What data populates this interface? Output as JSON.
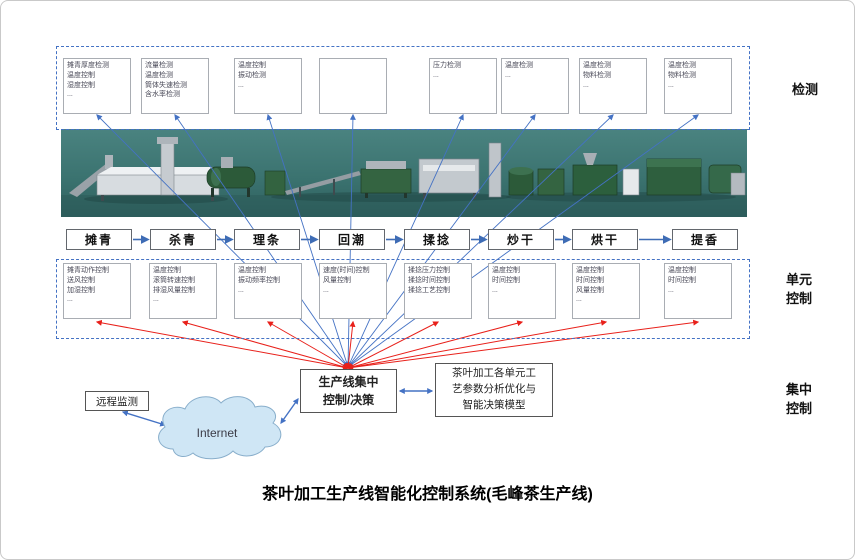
{
  "title": "茶叶加工生产线智能化控制系统(毛峰茶生产线)",
  "side_labels": {
    "detection": "检测",
    "unit_control": "单元\n控制",
    "central_control": "集中\n控制"
  },
  "detection_boxes": [
    "摊青厚度检测\n温度控制\n湿度控制\n...",
    "流量检测\n温度检测\n筒体失速检测\n含水率检测",
    "温度控制\n振动检测\n...",
    "",
    "压力检测\n...",
    "温度检测\n...",
    "温度检测\n物料检测\n...",
    "温度检测\n物料检测\n..."
  ],
  "process_steps": [
    "摊青",
    "杀青",
    "理条",
    "回潮",
    "揉捻",
    "炒干",
    "烘干",
    "提香"
  ],
  "unit_boxes": [
    "摊青动作控制\n送风控制\n加湿控制\n...",
    "温度控制\n滚筒转速控制\n排湿风量控制\n...",
    "温度控制\n振动频率控制\n...",
    "速度(时间)控制\n风量控制\n...",
    "揉捻压力控制\n揉捻时间控制\n揉捻工艺控制",
    "温度控制\n时间控制\n...",
    "温度控制\n时间控制\n风量控制\n...",
    "温度控制\n时间控制\n..."
  ],
  "central": {
    "control_box": "生产线集中\n控制/决策",
    "model_box": "茶叶加工各单元工\n艺参数分析优化与\n智能决策模型",
    "remote_box": "远程监测",
    "internet": "Internet"
  },
  "colors": {
    "line_blue": "#4472C4",
    "line_red": "#E8201A",
    "dashed_border": "#4472C4",
    "machinery_teal": "#3B7370",
    "cloud_fill": "#CFE6F5"
  }
}
